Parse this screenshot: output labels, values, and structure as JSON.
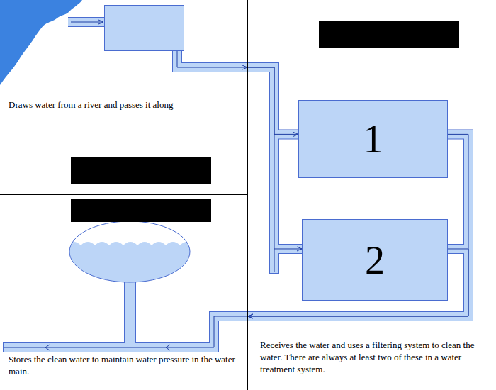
{
  "diagram": {
    "nodes": [
      {
        "text": [
          "Draws water from a river and passes it along"
        ]
      },
      {
        "text": [
          "Receives the water and uses a filtering system to clean the water. There are always at least two of these in a water treatment system."
        ]
      },
      {
        "text": [
          "1"
        ],
        "in": 1
      },
      {
        "text": [
          "2"
        ],
        "in": 1
      },
      {
        "text": [
          "Stores the clean water to maintain water pressure in the water main."
        ]
      }
    ],
    "edges": [
      {
        "from": 0,
        "to": 2,
        "arrow": "to"
      },
      {
        "from": 0,
        "to": 3,
        "arrow": "to"
      },
      {
        "from": 2,
        "to": 4,
        "arrow": "to"
      },
      {
        "from": 3,
        "to": 4,
        "arrow": "to"
      }
    ]
  }
}
